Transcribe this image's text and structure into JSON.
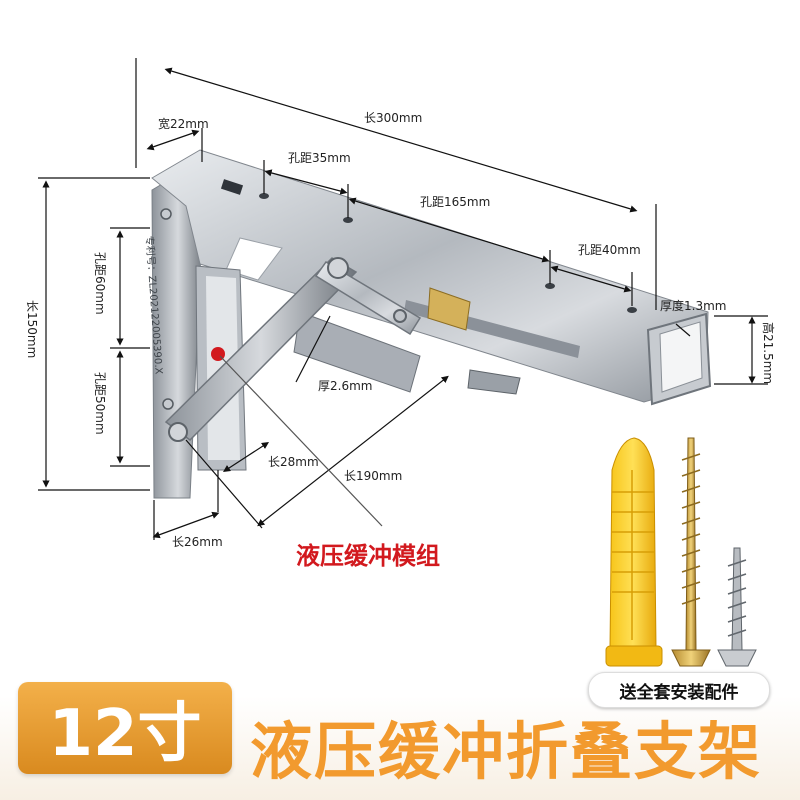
{
  "dimensions": {
    "width": "宽22mm",
    "length_total": "长300mm",
    "hole_35": "孔距35mm",
    "hole_165": "孔距165mm",
    "hole_40": "孔距40mm",
    "thickness_channel": "厚度1.3mm",
    "height_channel": "高21.5mm",
    "height_total": "长150mm",
    "hole_60": "孔距60mm",
    "hole_50": "孔距50mm",
    "thickness_arm": "厚2.6mm",
    "len_28": "长28mm",
    "len_190": "长190mm",
    "len_26": "长26mm"
  },
  "engraving": "专利号：ZL202122005390.X",
  "callout": "液压缓冲模组",
  "accessory_tag": "送全套安装配件",
  "size_badge": "12寸",
  "product_title": "液压缓冲折叠支架",
  "colors": {
    "accent_orange": "#f29a2e",
    "callout_red": "#d2191e"
  }
}
